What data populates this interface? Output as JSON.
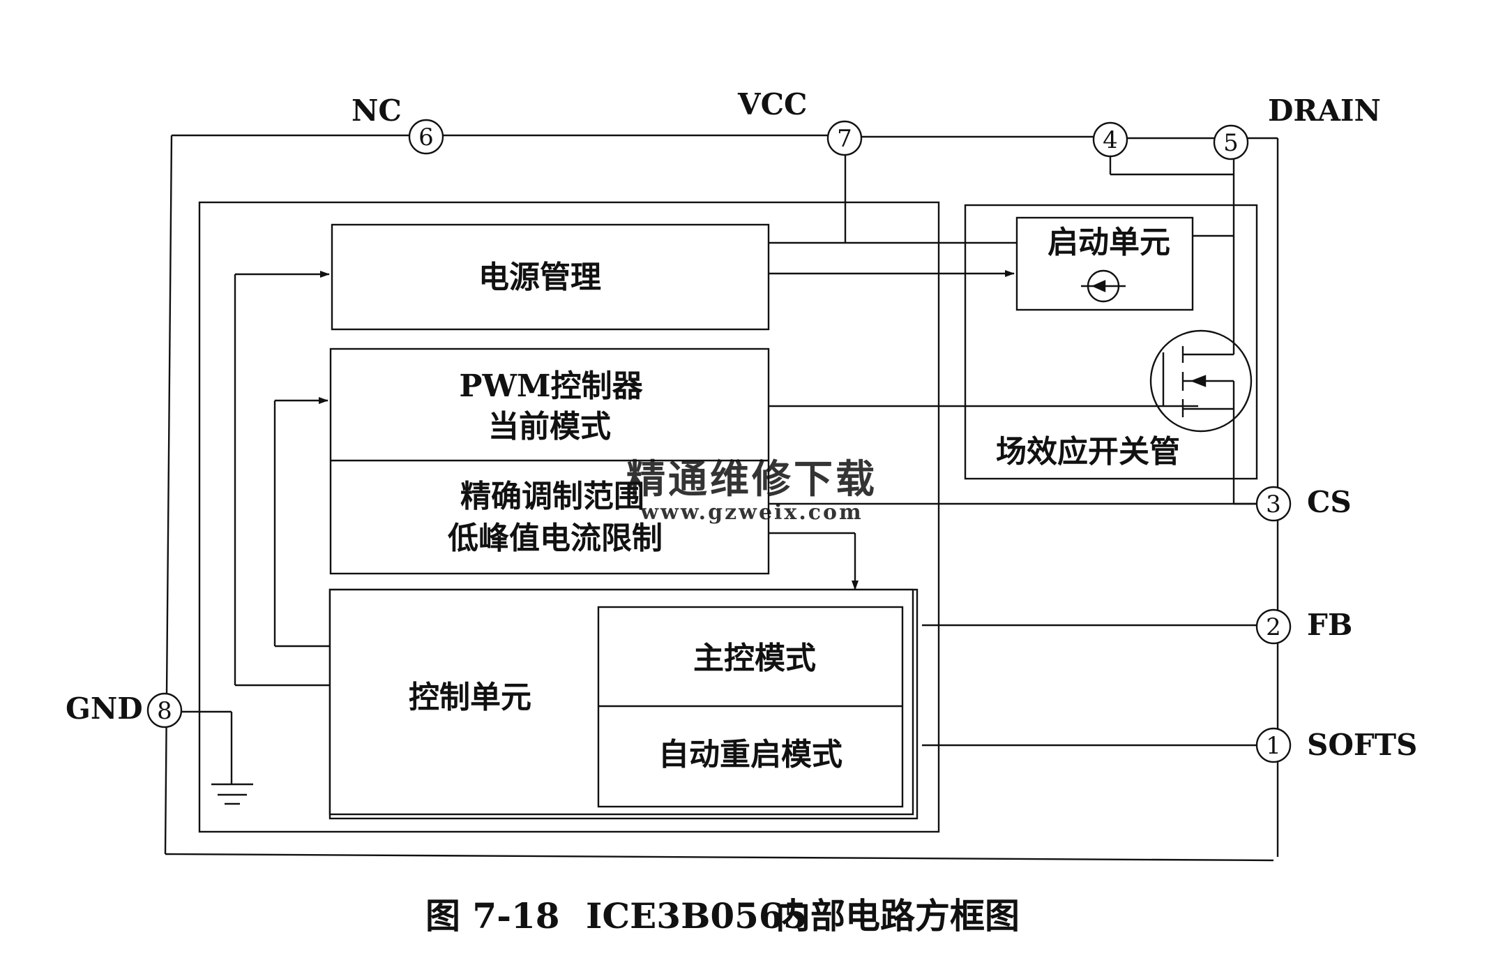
{
  "pins": {
    "p1": {
      "num": "1",
      "name": "SOFTS"
    },
    "p2": {
      "num": "2",
      "name": "FB"
    },
    "p3": {
      "num": "3",
      "name": "CS"
    },
    "p4": {
      "num": "4"
    },
    "p5": {
      "num": "5",
      "name": "DRAIN"
    },
    "p6": {
      "num": "6",
      "name": "NC"
    },
    "p7": {
      "num": "7",
      "name": "VCC"
    },
    "p8": {
      "num": "8",
      "name": "GND"
    }
  },
  "blocks": {
    "power": "电源管理",
    "pwm_line1": "PWM控制器",
    "pwm_line2": "当前模式",
    "precise_line1": "精确调制范围",
    "precise_line2": "低峰值电流限制",
    "control": "控制单元",
    "master": "主控模式",
    "auto_restart": "自动重启模式",
    "startup": "启动单元",
    "fet": "场效应开关管"
  },
  "watermark": {
    "cn": "精通维修下载",
    "url": "www.gzweix.com",
    "color": "#f2b98f"
  },
  "caption": {
    "figure": "图 7-18",
    "part": "ICE3B0565",
    "title": "内部电路方框图"
  }
}
